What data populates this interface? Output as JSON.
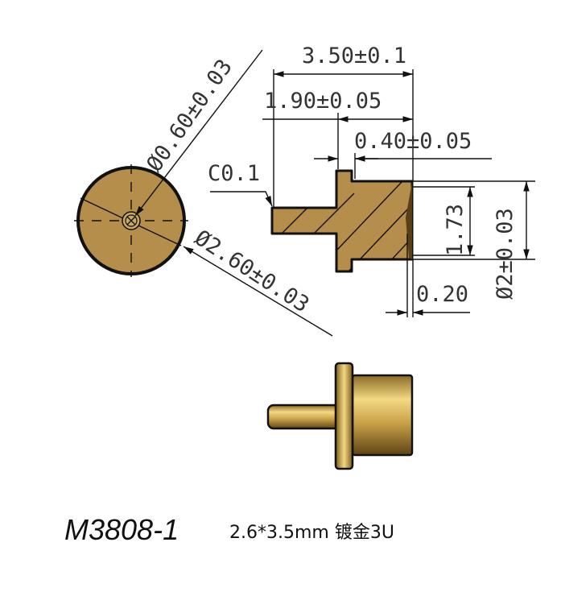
{
  "dimensions": {
    "overall_length": "3.50±0.1",
    "pin_length": "1.90±0.05",
    "flange_thickness": "0.40±0.05",
    "chamfer": "C0.1",
    "pin_diameter": "Ø0.60±0.03",
    "flange_diameter": "Ø2.60±0.03",
    "body_diameter": "Ø2±0.03",
    "bore_diameter": "1.73",
    "recess_depth": "0.20"
  },
  "caption": {
    "part_number": "M3808-1",
    "spec": "2.6*3.5mm 镀金3U"
  },
  "colors": {
    "brass_fill": "#b58e4c",
    "gold_light": "#f0d27a",
    "gold_dark": "#6b4f1a"
  }
}
